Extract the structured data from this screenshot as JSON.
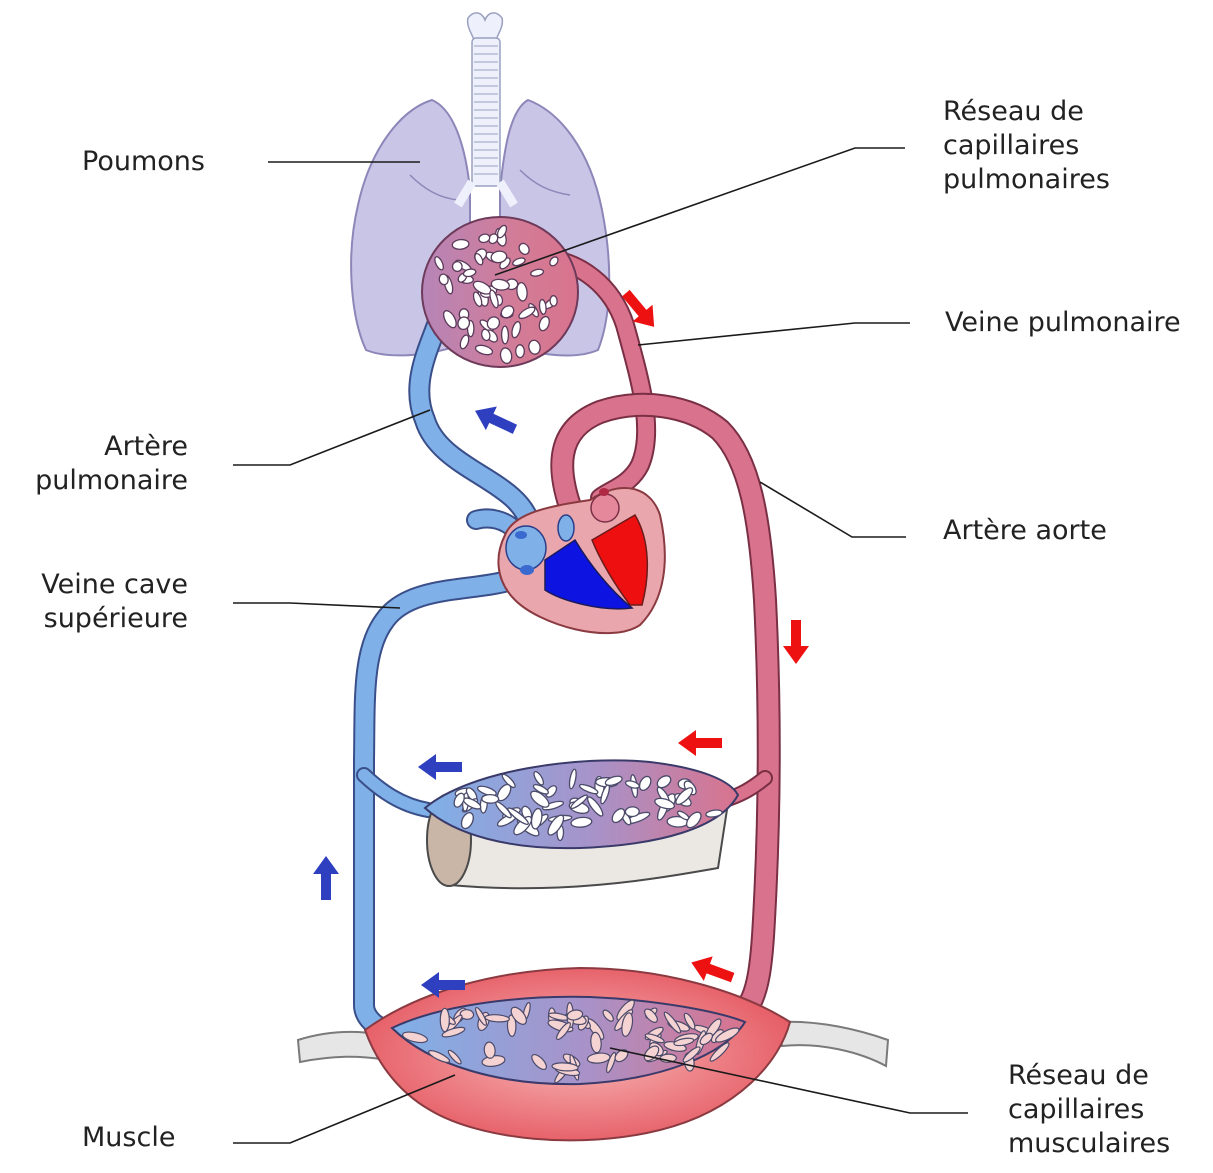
{
  "labels": {
    "poumons": "Poumons",
    "reseau_pulm": [
      "Réseau de",
      "capillaires",
      "pulmonaires"
    ],
    "veine_pulm": "Veine pulmonaire",
    "artere_pulm": [
      "Artère",
      "pulmonaire"
    ],
    "artere_aorte": "Artère aorte",
    "veine_cave": [
      "Veine cave",
      "supérieure"
    ],
    "muscle": "Muscle",
    "reseau_musc": [
      "Réseau de",
      "capillaires",
      "musculaires"
    ]
  },
  "colors": {
    "oxygenated": "#d9738d",
    "deoxygenated": "#7fb0e8",
    "arrow_red": "#ee1111",
    "arrow_blue": "#2e3fbf",
    "lung": "#c9c5e6",
    "muscle": "#e8616a",
    "heart_blue": "#0d13e0",
    "heart_red": "#ee1010"
  }
}
